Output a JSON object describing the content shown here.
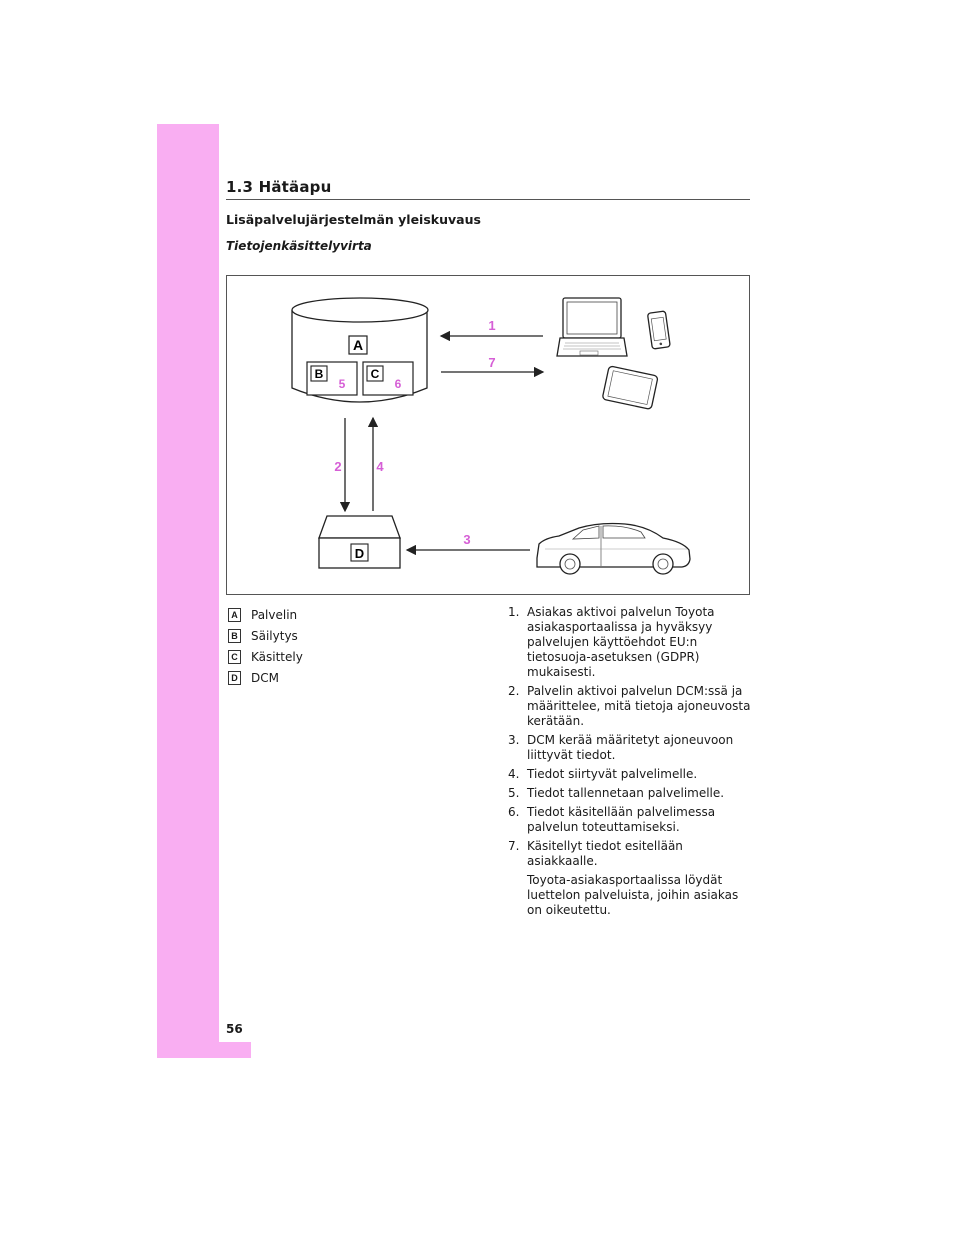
{
  "header": {
    "section": "1.3 Hätäapu",
    "heading": "Lisäpalvelujärjestelmän yleiskuvaus",
    "subheading": "Tietojenkäsittelyvirta"
  },
  "diagram": {
    "labels": {
      "A": "A",
      "B": "B",
      "C": "C",
      "D": "D"
    },
    "arrows": {
      "n1": "1",
      "n2": "2",
      "n3": "3",
      "n4": "4",
      "n5": "5",
      "n6": "6",
      "n7": "7"
    },
    "accent_color": "#d65fd6",
    "icons": [
      "server-cylinder",
      "laptop-icon",
      "smartphone-icon",
      "tablet-icon",
      "dcm-box",
      "car-icon"
    ]
  },
  "legend": [
    {
      "key": "A",
      "label": "Palvelin"
    },
    {
      "key": "B",
      "label": "Säilytys"
    },
    {
      "key": "C",
      "label": "Käsittely"
    },
    {
      "key": "D",
      "label": "DCM"
    }
  ],
  "steps": [
    {
      "num": "1.",
      "text": "Asiakas aktivoi palvelun Toyota asiakasportaalissa ja hyväksyy palvelujen käyttöehdot EU:n tietosuoja-asetuksen (GDPR) mukaisesti."
    },
    {
      "num": "2.",
      "text": "Palvelin aktivoi palvelun DCM:ssä ja määrittelee, mitä tietoja ajoneuvosta kerätään."
    },
    {
      "num": "3.",
      "text": "DCM kerää määritetyt ajoneuvoon liittyvät tiedot."
    },
    {
      "num": "4.",
      "text": "Tiedot siirtyvät palvelimelle."
    },
    {
      "num": "5.",
      "text": "Tiedot tallennetaan palvelimelle."
    },
    {
      "num": "6.",
      "text": "Tiedot käsitellään palvelimessa palvelun toteuttamiseksi."
    },
    {
      "num": "7.",
      "text": "Käsitellyt tiedot esitellään asiakkaalle."
    }
  ],
  "note": "Toyota-asiakasportaalissa löydät luettelon palveluista, joihin asiakas on oikeutettu.",
  "page_number": "56",
  "colors": {
    "side_tab": "#f9aef2",
    "accent": "#d65fd6"
  }
}
